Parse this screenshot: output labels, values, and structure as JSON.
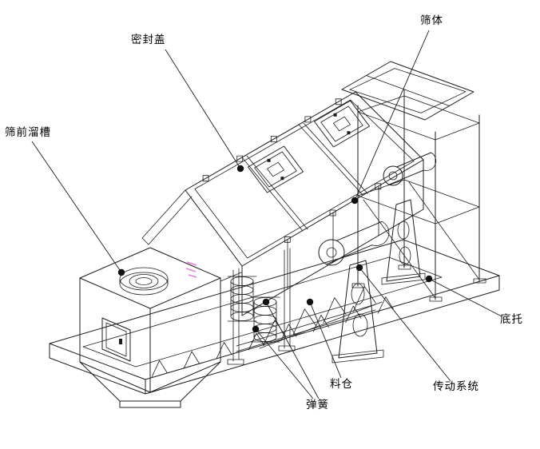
{
  "diagram": {
    "type": "isometric-technical-drawing",
    "background": "#ffffff",
    "line_color": "#1c1c1c",
    "watermark_color": "#d957c9",
    "labels": [
      {
        "id": "sealing-cover",
        "text": "密封盖"
      },
      {
        "id": "screen-body",
        "text": "筛体"
      },
      {
        "id": "pre-screen-chute",
        "text": "筛前溜槽"
      },
      {
        "id": "bottom-support",
        "text": "底托"
      },
      {
        "id": "material-bin",
        "text": "料仓"
      },
      {
        "id": "drive-system",
        "text": "传动系统"
      },
      {
        "id": "spring",
        "text": "弹簧"
      }
    ]
  }
}
